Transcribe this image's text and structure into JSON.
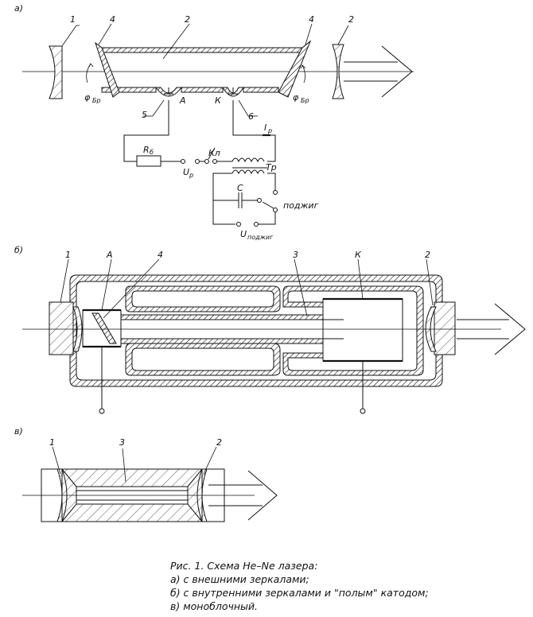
{
  "panel_a": {
    "tag": "а)",
    "labels": {
      "mirror_left": "1",
      "tube": "2",
      "mirror_right": "2",
      "window_left": "4",
      "window_right": "4",
      "anode_lead": "5",
      "cathode_lead": "6",
      "anode": "А",
      "cathode": "К",
      "angle_left": "φ",
      "angle_left_sub": "Бр",
      "angle_right": "φ",
      "angle_right_sub": "Бр",
      "resistor": "R",
      "resistor_sub": "б",
      "current": "I",
      "current_sub": "р",
      "voltage": "U",
      "voltage_sub": "р",
      "switch": "Кл",
      "transformer": "Тр",
      "capacitor": "С",
      "ignition": "поджиг",
      "ignition_voltage": "U",
      "ignition_voltage_sub": "поджиг"
    }
  },
  "panel_b": {
    "tag": "б)",
    "labels": {
      "mirror_left": "1",
      "anode": "А",
      "window": "4",
      "capillary": "3",
      "cathode": "К",
      "mirror_right": "2"
    }
  },
  "panel_c": {
    "tag": "в)",
    "labels": {
      "mirror_left": "1",
      "capillary": "3",
      "mirror_right": "2"
    }
  },
  "caption": {
    "title": "Рис. 1. Схема He–Ne лазера:",
    "line_a": "а) с внешними зеркалами;",
    "line_b": "б) с внутренними зеркалами и \"полым\" катодом;",
    "line_c": "в) моноблочный."
  }
}
